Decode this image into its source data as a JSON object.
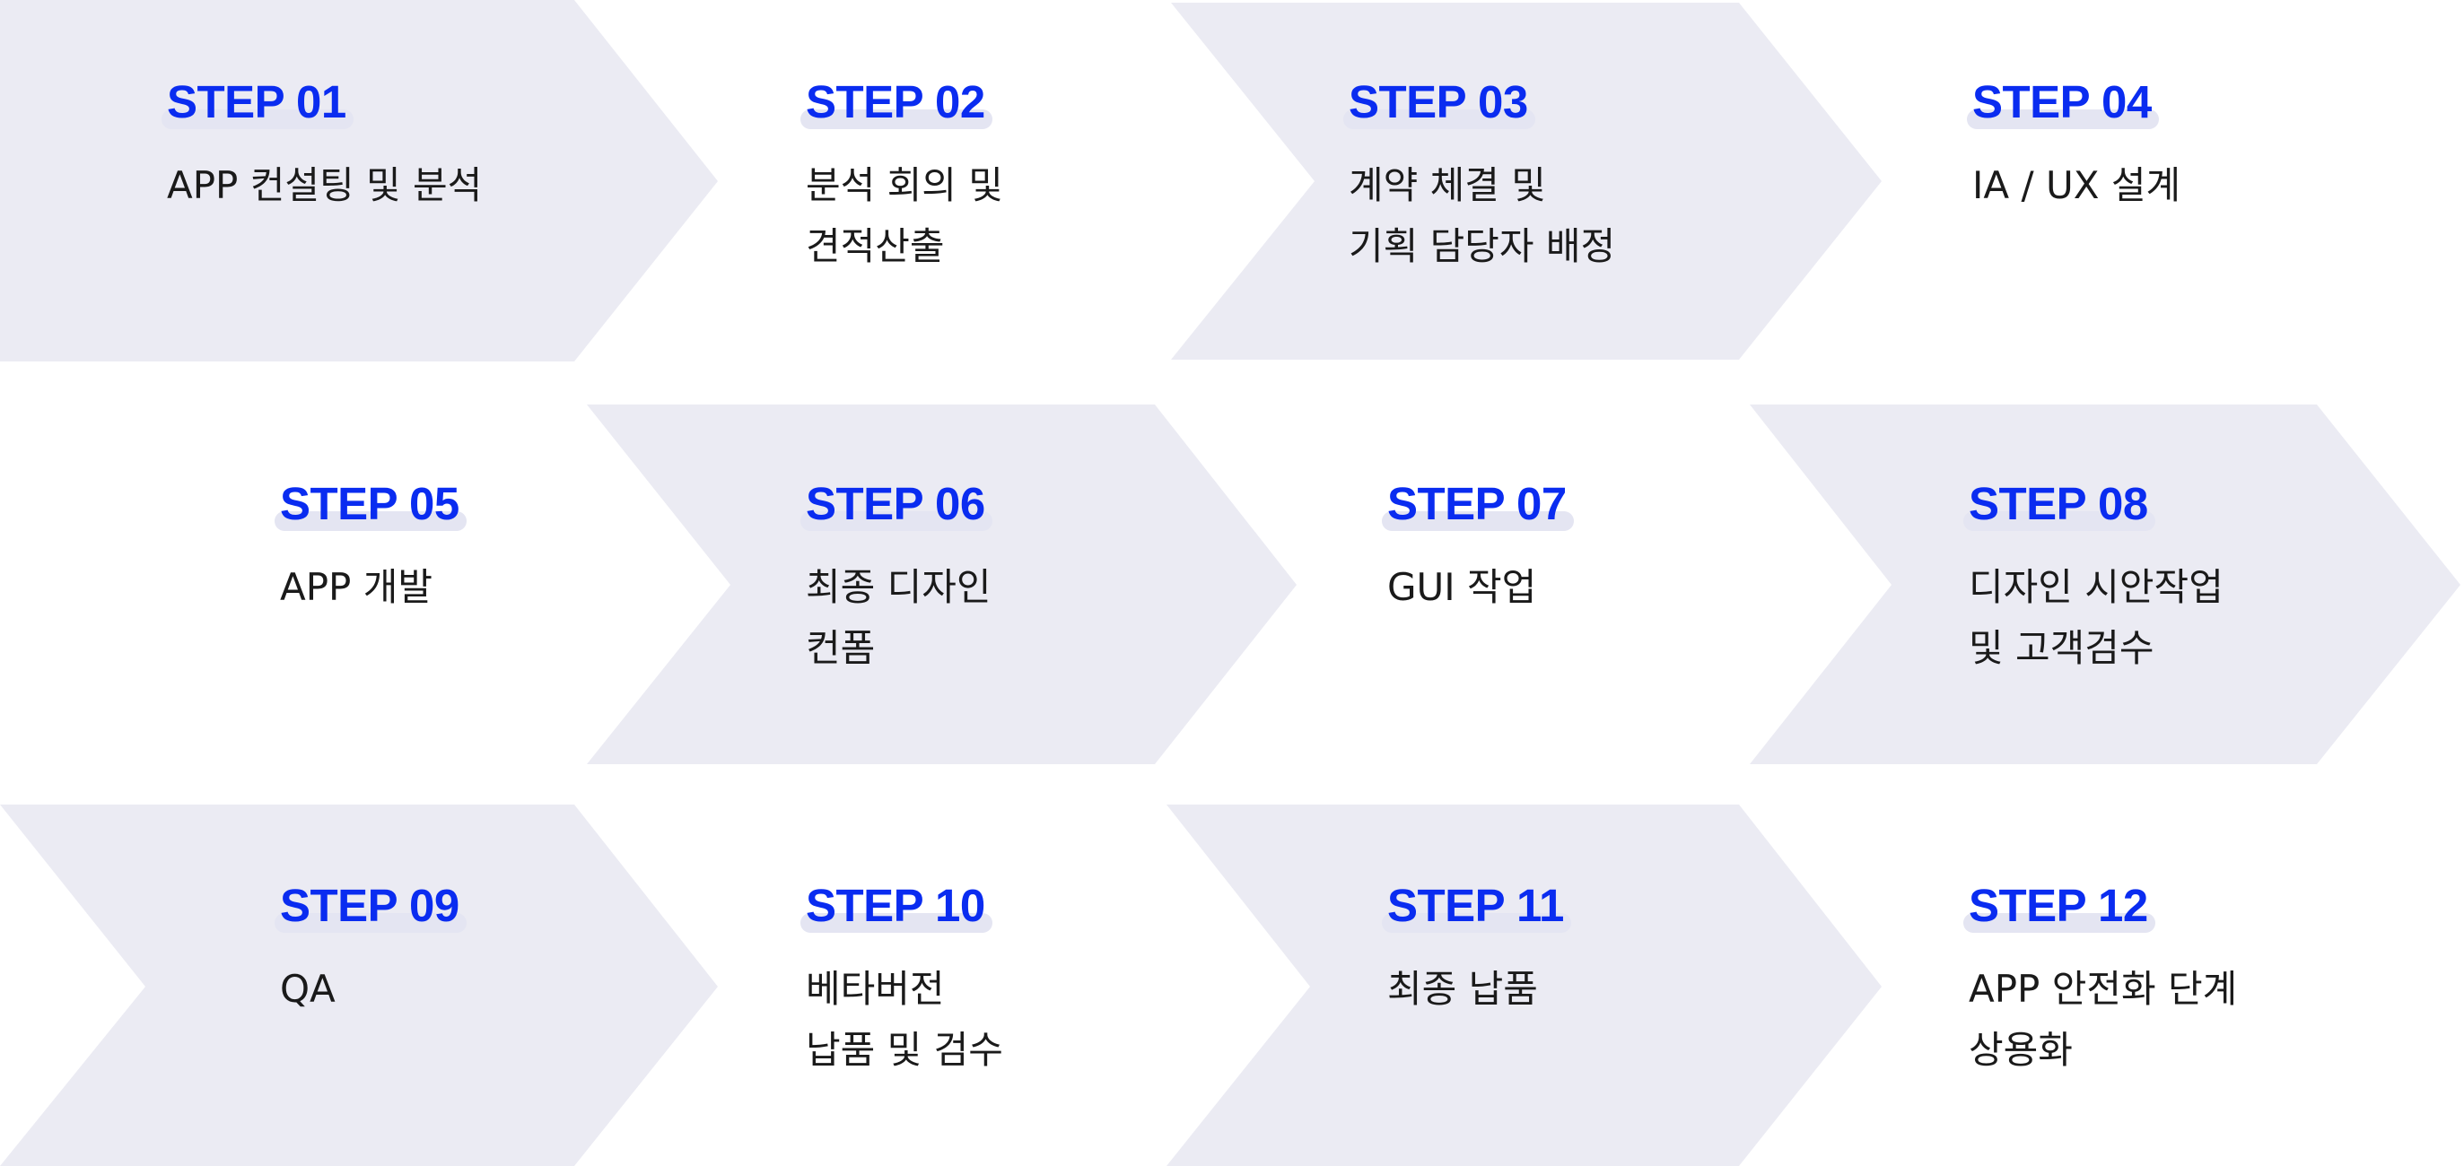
{
  "diagram": {
    "colors": {
      "chevron_fill": "#ebebf3",
      "step_label": "#0a2cf0",
      "label_highlight": "#e4e5f2",
      "description": "#1a1a1a"
    },
    "steps": [
      {
        "label": "STEP 01",
        "lines": [
          "APP 컨설팅 및 분석"
        ]
      },
      {
        "label": "STEP 02",
        "lines": [
          "분석 회의 및",
          "견적산출"
        ]
      },
      {
        "label": "STEP 03",
        "lines": [
          "계약 체결 및",
          "기획 담당자 배정"
        ]
      },
      {
        "label": "STEP 04",
        "lines": [
          "IA / UX 설계"
        ]
      },
      {
        "label": "STEP 05",
        "lines": [
          "APP 개발"
        ]
      },
      {
        "label": "STEP 06",
        "lines": [
          "최종 디자인",
          "컨폼"
        ]
      },
      {
        "label": "STEP 07",
        "lines": [
          "GUI 작업"
        ]
      },
      {
        "label": "STEP 08",
        "lines": [
          "디자인 시안작업",
          "및 고객검수"
        ]
      },
      {
        "label": "STEP 09",
        "lines": [
          "QA"
        ]
      },
      {
        "label": "STEP 10",
        "lines": [
          "베타버전",
          "납품 및 검수"
        ]
      },
      {
        "label": "STEP 11",
        "lines": [
          "최종 납품"
        ]
      },
      {
        "label": "STEP 12",
        "lines": [
          "APP 안전화 단계",
          "상용화"
        ]
      }
    ]
  }
}
